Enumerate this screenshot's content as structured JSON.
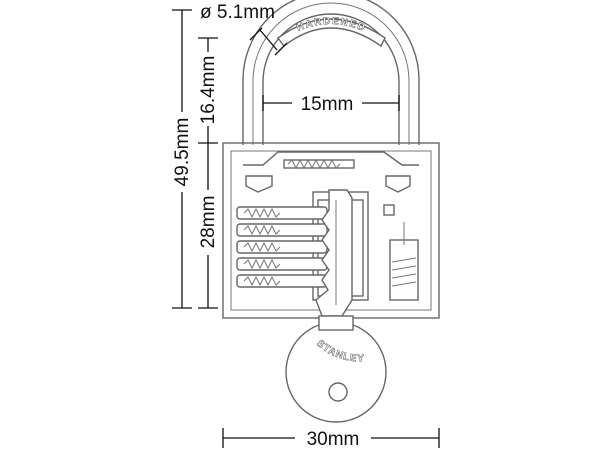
{
  "dimensions": {
    "shackle_diameter": "ø 5.1mm",
    "shackle_clearance": "16.4mm",
    "shackle_inner_width": "15mm",
    "overall_height": "49.5mm",
    "body_height": "28mm",
    "body_width": "30mm"
  },
  "stamps": {
    "shackle": "HARDENED",
    "key": "STANLEY"
  },
  "colors": {
    "dimension_line": "#111111",
    "drawing_outline": "#666666"
  }
}
